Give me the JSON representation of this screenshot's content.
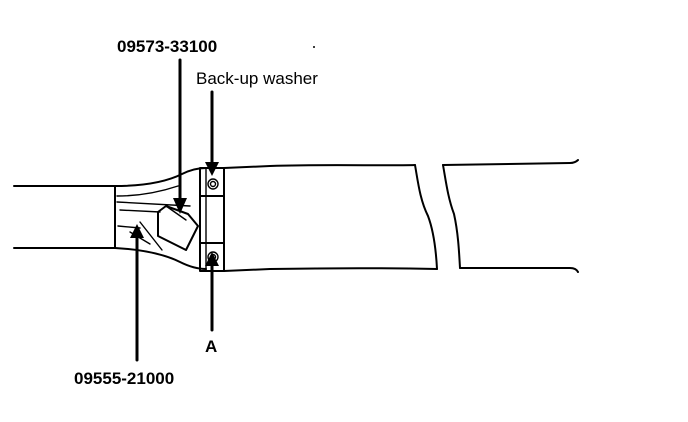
{
  "labels": {
    "tool_top": "09573-33100",
    "washer": "Back-up washer",
    "tool_bottom": "09555-21000",
    "point_a": "A"
  }
}
